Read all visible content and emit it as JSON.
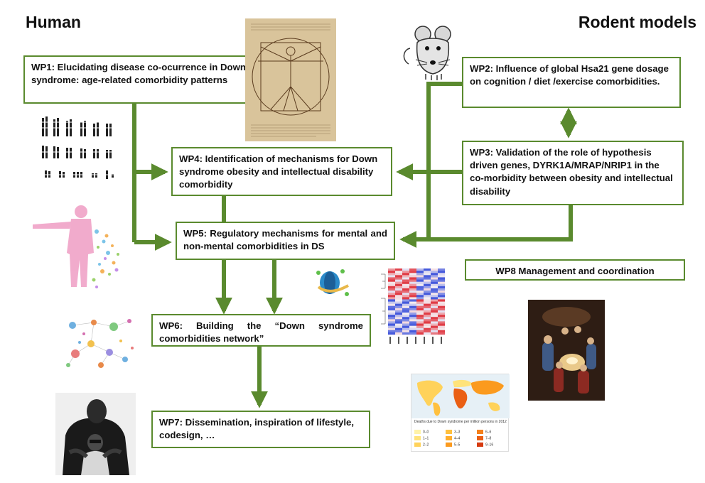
{
  "headings": {
    "left": "Human",
    "right": "Rodent models"
  },
  "work_packages": {
    "wp1": "WP1: Elucidating disease co-ocurrence in Down syndrome: age-related comorbidity patterns",
    "wp2": "WP2: Influence of global Hsa21 gene dosage on cognition / diet /exercise comorbidities.",
    "wp3": "WP3: Validation of the role of hypothesis driven genes, DYRK1A/MRAP/NRIP1 in the co-morbidity between obesity and intellectual disability",
    "wp4": "WP4: Identification of mechanisms for Down syndrome obesity and intellectual disability comorbidity",
    "wp5": "WP5: Regulatory mechanisms for mental and non-mental comorbidities in DS",
    "wp6": "WP6: Building the “Down syndrome comorbidities network”",
    "wp7": "WP7: Dissemination, inspiration of lifestyle, codesign, …",
    "wp8": "WP8 Management and coordination"
  },
  "colors": {
    "arrow": "#5a8a2e",
    "box_border": "#5a8a2e"
  },
  "pictures": {
    "karyotype": "karyotype-image",
    "vitruvian": "vitruvian-man-drawing",
    "mouse": "mouse-icon",
    "body_network": "human-body-network-image",
    "dna_model": "dna-model-icon",
    "heatmap": "gene-expression-heatmap",
    "network": "network-graph-image",
    "painting": "nativity-painting",
    "photo": "father-and-son-photo",
    "world_map": "world-map-image"
  },
  "map": {
    "caption": "Deaths due to Down syndrome per million persons in 2012",
    "legend": [
      "0–0",
      "1–1",
      "2–2",
      "3–3",
      "4–4",
      "5–5",
      "6–6",
      "7–8",
      "9–16"
    ],
    "legend_colors": [
      "#fff3a8",
      "#ffe37a",
      "#ffd25a",
      "#ffc03e",
      "#ffad2b",
      "#fb9a1e",
      "#f5801a",
      "#ea5f14",
      "#d63a10"
    ]
  }
}
